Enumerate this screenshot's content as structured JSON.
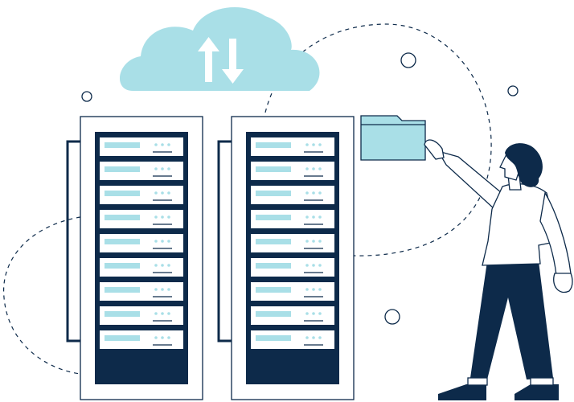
{
  "colors": {
    "navy": "#0d2a4a",
    "cloud": "#a9dfe7",
    "slot_bar": "#a9dfe7",
    "white": "#ffffff",
    "line": "#0d2a4a"
  },
  "scene": {
    "cloud": {
      "icon": "upload-download-arrows-icon"
    },
    "racks": [
      {
        "name": "left",
        "slot_count": 9
      },
      {
        "name": "right",
        "slot_count": 9
      }
    ],
    "folder": {
      "icon": "folder-icon"
    },
    "person": {
      "icon": "person-icon"
    }
  }
}
